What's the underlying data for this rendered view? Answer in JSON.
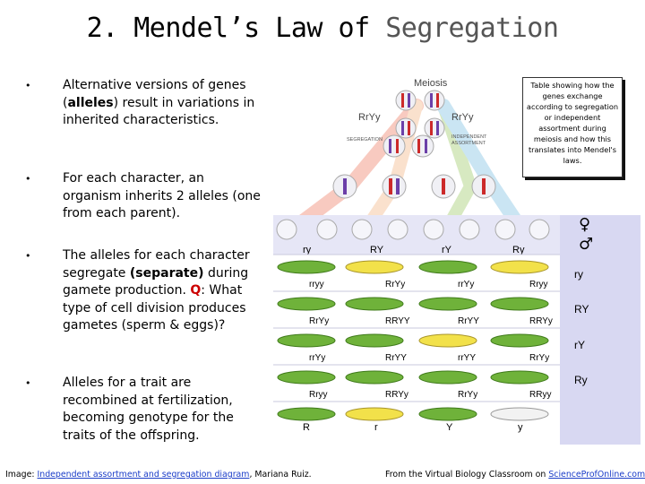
{
  "title": {
    "part1": "2. Mendel’s Law of ",
    "part2": "Segregation"
  },
  "bullets": [
    {
      "pre": "Alternative versions of genes (",
      "bold": "alleles",
      "post": ") result in variations in inherited characteristics."
    },
    {
      "text": "For each character, an organism inherits 2 alleles (one from each parent)."
    },
    {
      "pre": "The alleles for each character segregate ",
      "bold": "(separate)",
      "mid": " during gamete production. ",
      "q": "Q",
      "post": ": What type of cell division produces gametes (sperm & eggs)?"
    },
    {
      "text": "Alleles for a trait are recombined at fertilization, becoming genotype for the traits of the offspring."
    }
  ],
  "diagram": {
    "heading": "Meiosis",
    "parent_left": "RrYy",
    "parent_right": "RrYy",
    "segregation": "SEGREGATION",
    "independent_1": "INDEPENDENT",
    "independent_2": "ASSORTMENT",
    "female": "♀",
    "male": "♂",
    "top_gametes": [
      "ry",
      "RY",
      "rY",
      "Ry"
    ],
    "side_gametes": [
      "ry",
      "RY",
      "rY",
      "Ry"
    ],
    "grid": [
      [
        "rryy",
        "RrYy",
        "rrYy",
        "Rryy"
      ],
      [
        "RrYy",
        "RRYY",
        "RrYY",
        "RRYy"
      ],
      [
        "rrYy",
        "RrYY",
        "rrYY",
        "RrYy"
      ],
      [
        "Rryy",
        "RRYy",
        "RrYy",
        "RRyy"
      ]
    ],
    "bottom": [
      "R",
      "r",
      "Y",
      "y"
    ]
  },
  "note": "Table showing how the genes exchange according to segregation or independent assortment during meiosis and how this translates into Mendel's laws.",
  "credit_left": {
    "prefix": "Image: ",
    "link": "Independent assortment and segregation diagram",
    "suffix": ", Mariana Ruiz."
  },
  "credit_right": {
    "prefix": "From the Virtual Biology Classroom on ",
    "link": "ScienceProfOnline.com"
  },
  "colors": {
    "pod_green": "#6fb23a",
    "pod_yellow": "#f2e14a",
    "pod_white": "#f2f2f2",
    "side_panel": "#d8d8f2"
  }
}
